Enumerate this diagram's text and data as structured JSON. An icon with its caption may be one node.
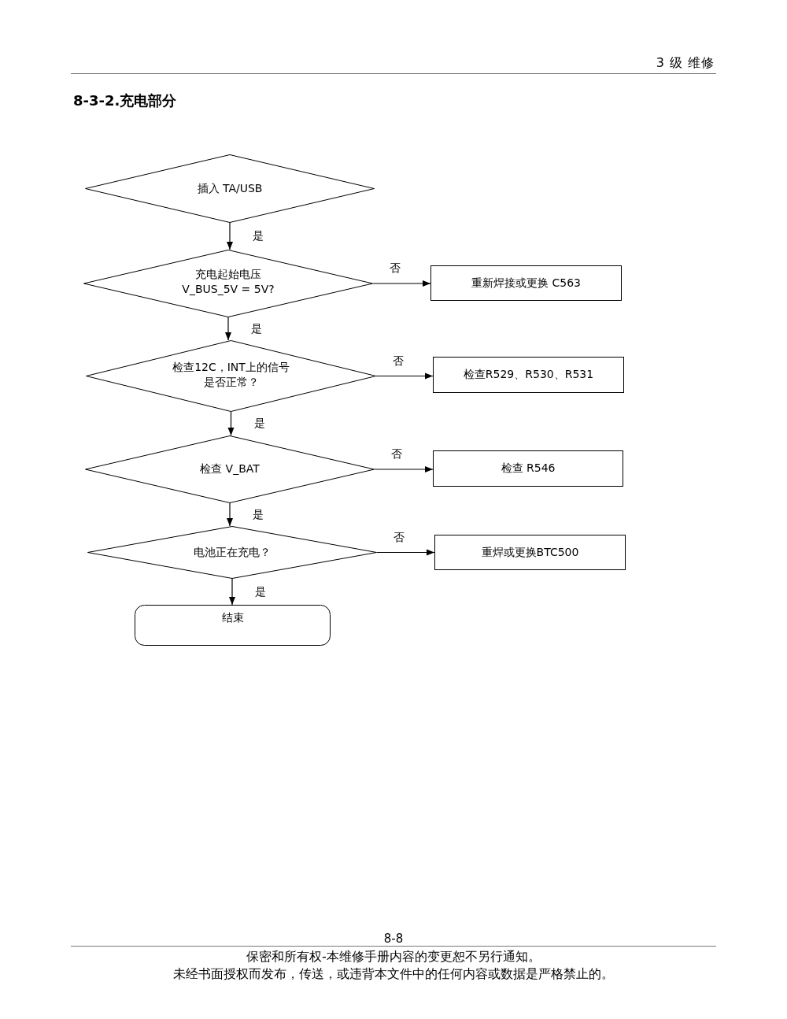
{
  "diagram": {
    "title": "8-3-2.充电部分",
    "nodes": [
      {
        "text": [
          "插入 TA/USB"
        ]
      },
      {
        "text": [
          "充电起始电压 V_BUS_5V = 5V?"
        ]
      },
      {
        "text": [
          "重新焊接或更换 C563"
        ]
      },
      {
        "text": [
          "检查12C，INT上的信号是否正常？"
        ]
      },
      {
        "text": [
          "检查R529、R530、R531"
        ]
      },
      {
        "text": [
          "检查 V_BAT"
        ]
      },
      {
        "text": [
          "检查 R546"
        ]
      },
      {
        "text": [
          "电池正在充电？"
        ]
      },
      {
        "text": [
          "重焊或更换BTC500"
        ]
      },
      {
        "text": [
          "结束"
        ]
      }
    ],
    "edges": [
      {
        "from": 0,
        "to": 1,
        "arrow": "to",
        "label": "是"
      },
      {
        "from": 1,
        "to": 2,
        "arrow": "to",
        "label": "否"
      },
      {
        "from": 1,
        "to": 3,
        "arrow": "to",
        "label": "是"
      },
      {
        "from": 3,
        "to": 4,
        "arrow": "to",
        "label": "否"
      },
      {
        "from": 3,
        "to": 5,
        "arrow": "to",
        "label": "是"
      },
      {
        "from": 5,
        "to": 6,
        "arrow": "to",
        "label": "否"
      },
      {
        "from": 5,
        "to": 7,
        "arrow": "to",
        "label": "是"
      },
      {
        "from": 7,
        "to": 8,
        "arrow": "to",
        "label": "否"
      },
      {
        "from": 7,
        "to": 9,
        "arrow": "to",
        "label": "是"
      }
    ],
    "labels": [
      "3 级 维修",
      "8-8",
      "保密和所有权-本维修手册内容的变更恕不另行通知。",
      "未经书面授权而发布，传送，或违背本文件中的任何内容或数据是严格禁止的。"
    ]
  }
}
